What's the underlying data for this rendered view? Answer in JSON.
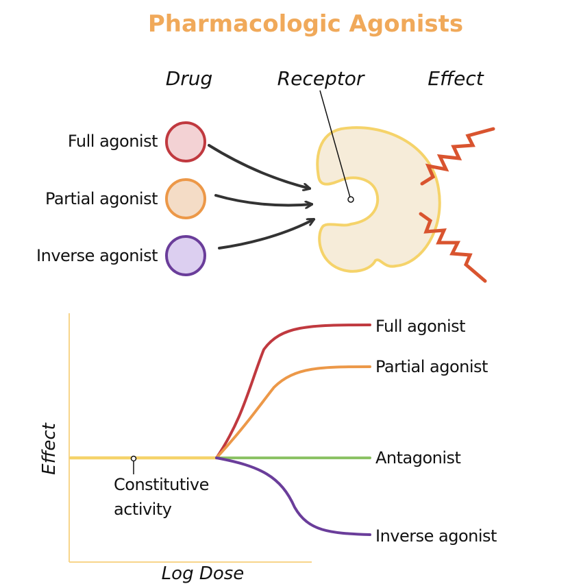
{
  "title": "Pharmacologic Agonists",
  "headers": {
    "drug": "Drug",
    "receptor": "Receptor",
    "effect": "Effect"
  },
  "drugs": [
    {
      "label": "Full agonist",
      "fill": "#f3d2d4",
      "stroke": "#c0393f"
    },
    {
      "label": "Partial agonist",
      "fill": "#f4dcc6",
      "stroke": "#ec9848"
    },
    {
      "label": "Inverse agonist",
      "fill": "#dccff0",
      "stroke": "#6a3d9a"
    }
  ],
  "receptor": {
    "fill": "#f6ecd9",
    "stroke": "#f5d36a"
  },
  "effect_color": "#d9542f",
  "graph": {
    "y_label": "Effect",
    "x_label": "Log Dose",
    "constitutive_label_1": "Constitutive",
    "constitutive_label_2": "activity",
    "curves": [
      {
        "label": "Full agonist",
        "color": "#c0393f"
      },
      {
        "label": "Partial agonist",
        "color": "#ec9848"
      },
      {
        "label": "Antagonist",
        "color": "#8cc265"
      },
      {
        "label": "Inverse agonist",
        "color": "#6a3d9a"
      }
    ],
    "baseline_color": "#f5d36a",
    "axis_color": "#f7d58a"
  }
}
